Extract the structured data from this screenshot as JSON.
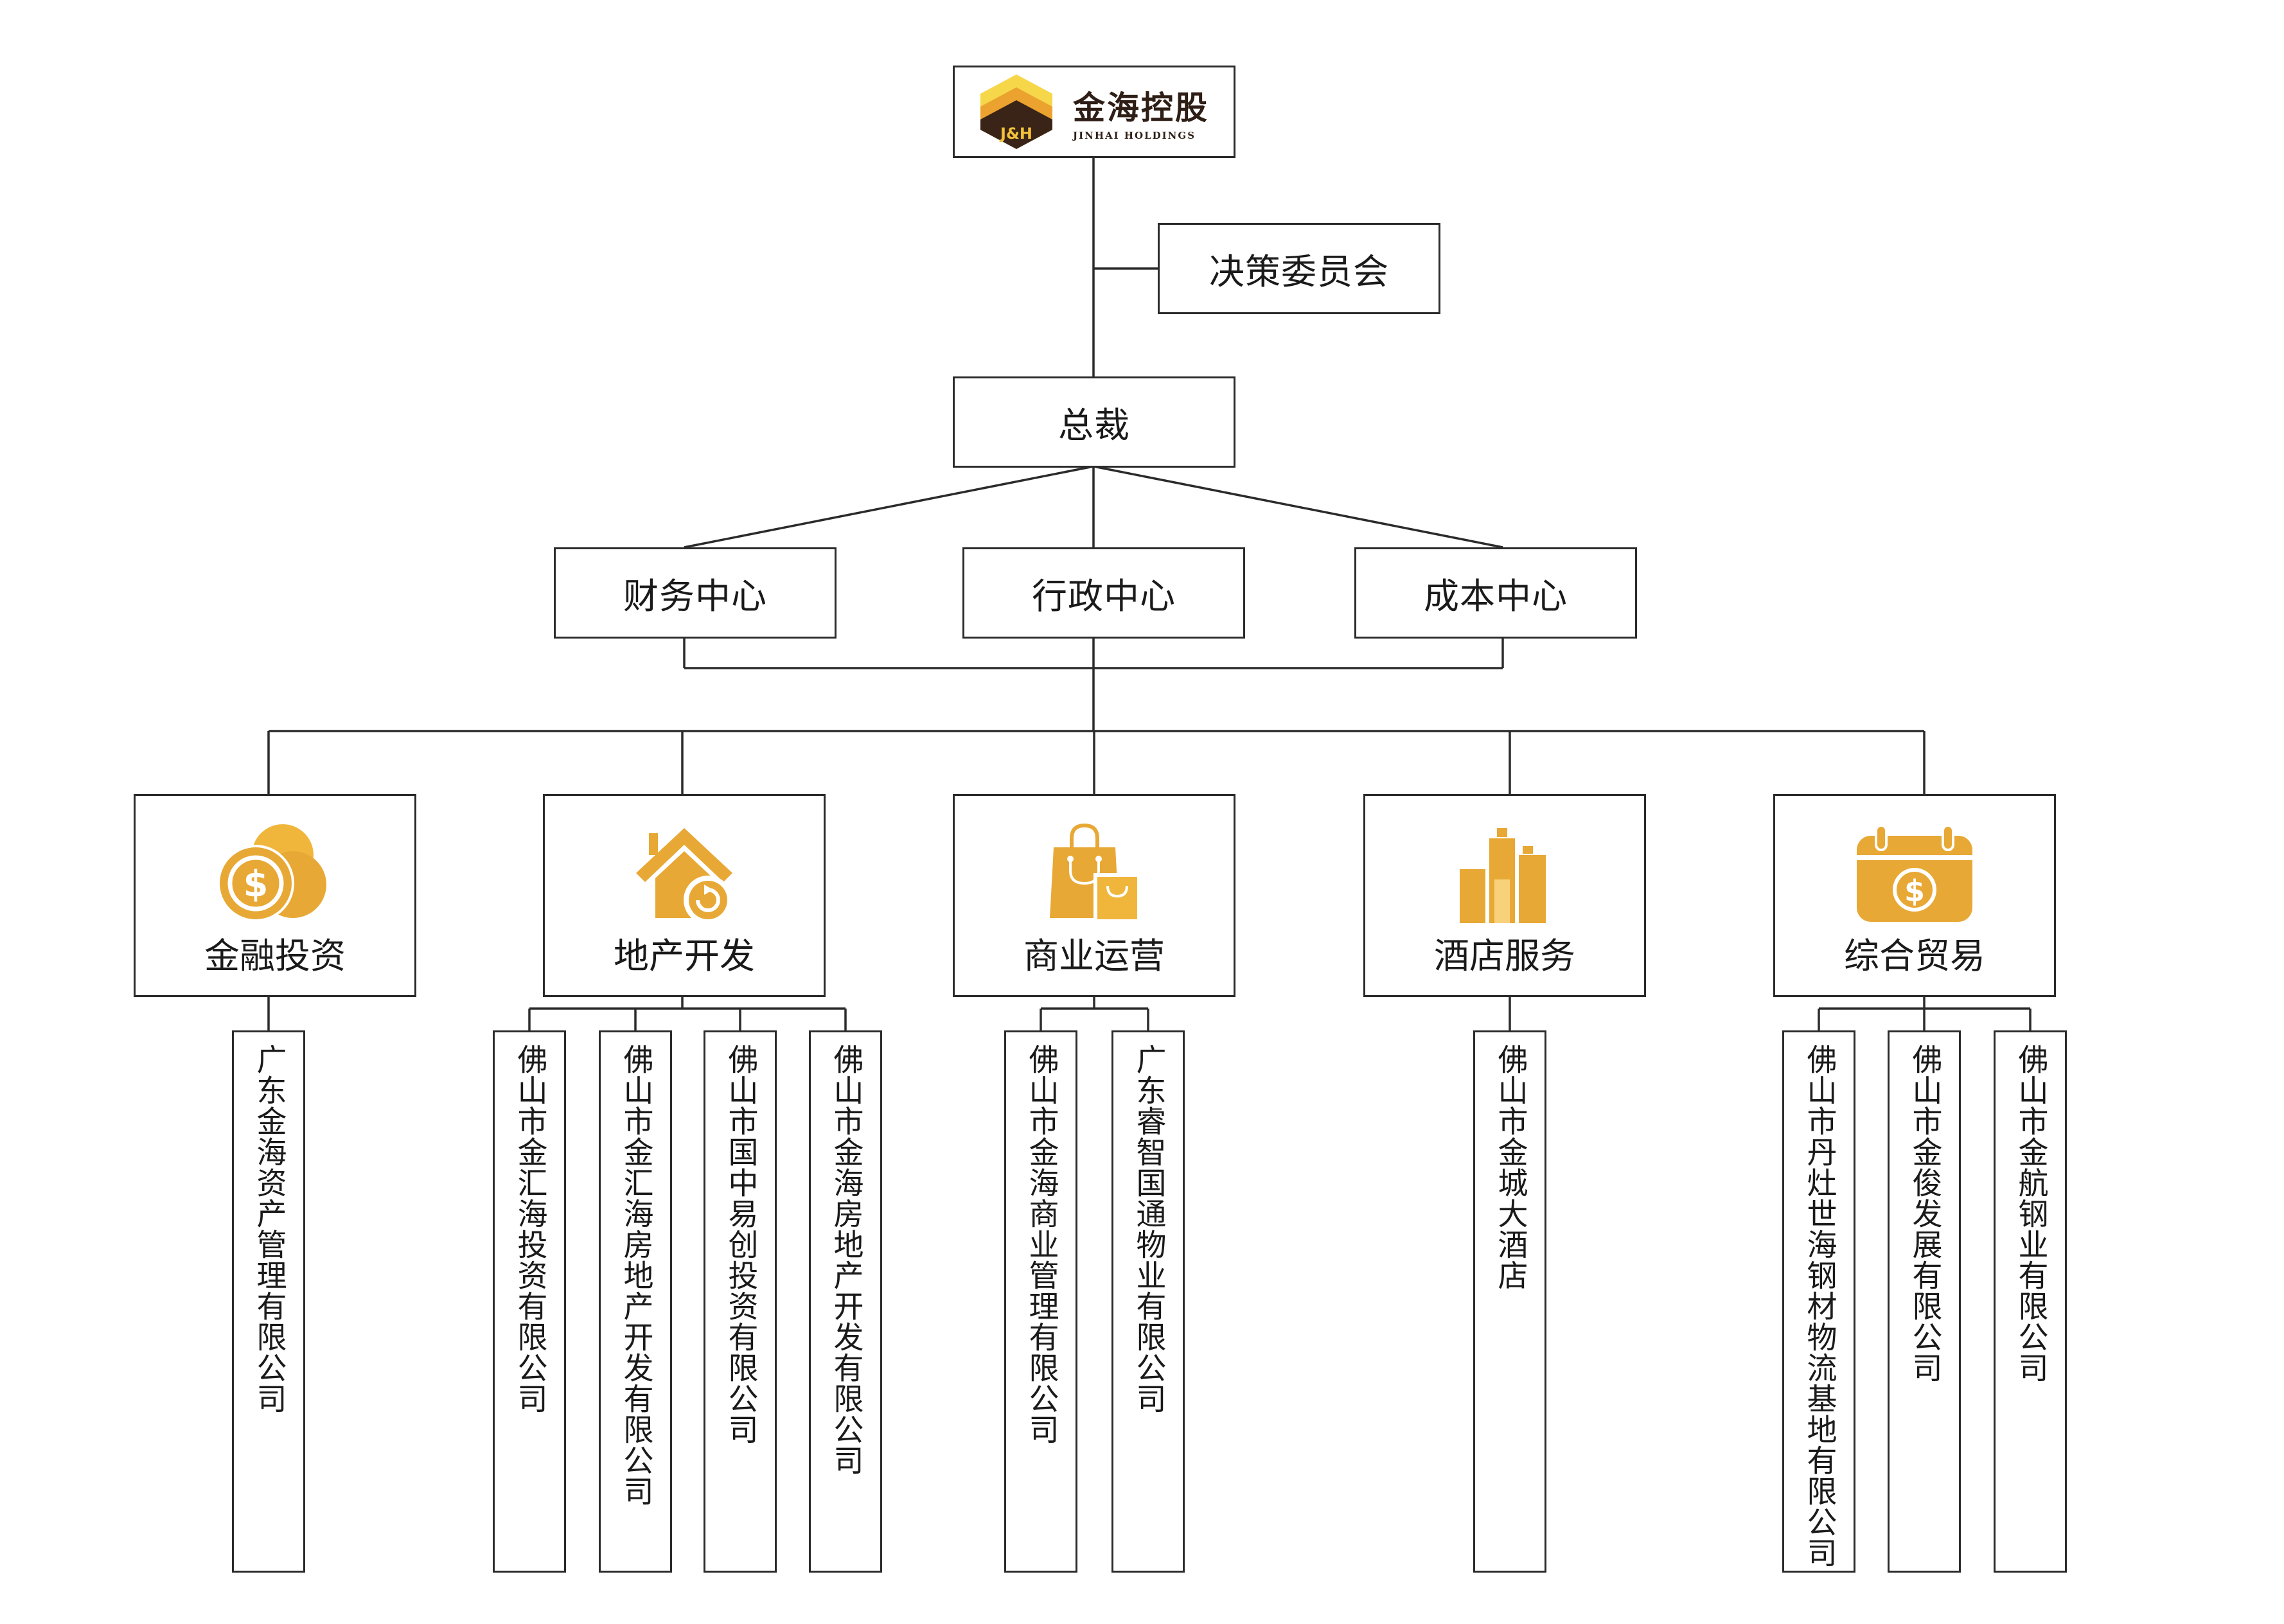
{
  "logo": {
    "name_cn": "金海控股",
    "name_en": "JINHAI HOLDINGS",
    "mark_text": "J&H"
  },
  "committee": "决策委员会",
  "president": "总裁",
  "centers": [
    "财务中心",
    "行政中心",
    "成本中心"
  ],
  "divisions": [
    {
      "label": "金融投资",
      "icon": "coins-dollar-icon",
      "companies": [
        "广东金海资产管理有限公司"
      ]
    },
    {
      "label": "地产开发",
      "icon": "house-refresh-icon",
      "companies": [
        "佛山市金汇海投资有限公司",
        "佛山市金汇海房地产开发有限公司",
        "佛山市国中易创投资有限公司",
        "佛山市金海房地产开发有限公司"
      ]
    },
    {
      "label": "商业运营",
      "icon": "shopping-bags-icon",
      "companies": [
        "佛山市金海商业管理有限公司",
        "广东睿智国通物业有限公司"
      ]
    },
    {
      "label": "酒店服务",
      "icon": "buildings-icon",
      "companies": [
        "佛山市金城大酒店"
      ]
    },
    {
      "label": "综合贸易",
      "icon": "calendar-dollar-icon",
      "companies": [
        "佛山市丹灶世海钢材物流基地有限公司",
        "佛山市金俊发展有限公司",
        "佛山市金航钢业有限公司"
      ]
    }
  ],
  "colors": {
    "accent": "#E8A835",
    "accent_dark": "#F0B63C",
    "logo_brown": "#3A2418",
    "line": "#2b2b2b"
  }
}
